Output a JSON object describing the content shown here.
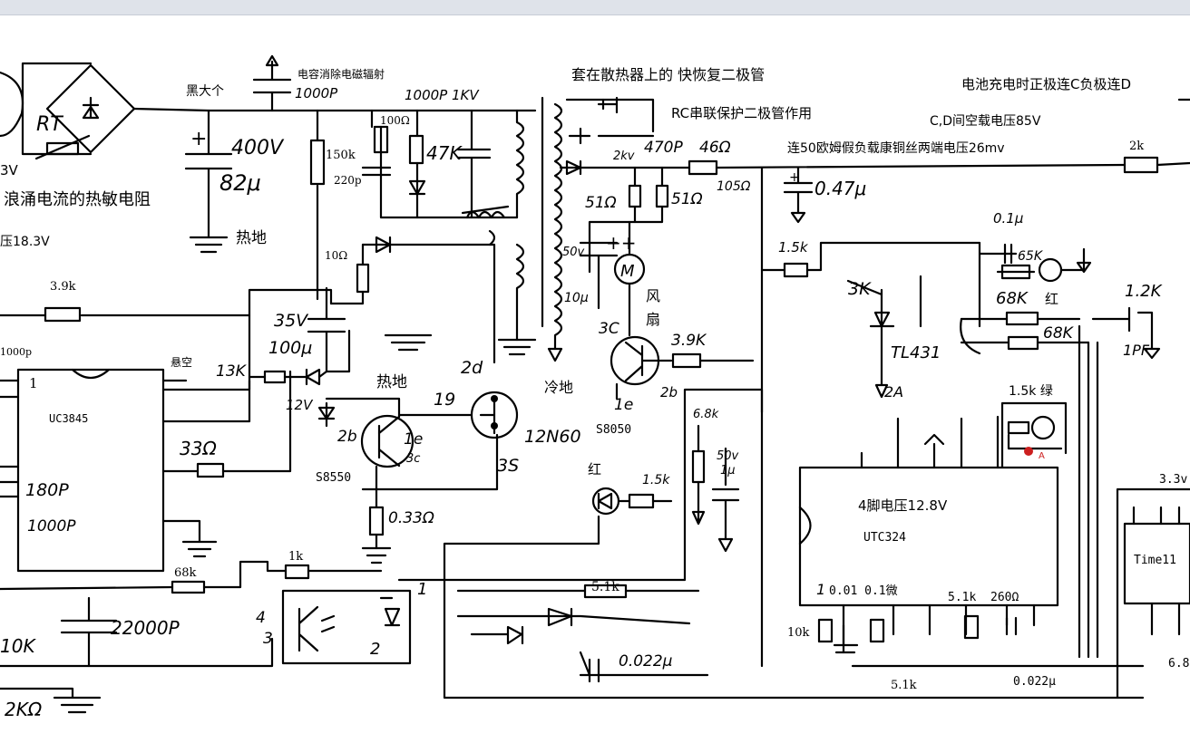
{
  "colors": {
    "ink": "#000000",
    "marker": "#cc1f1f",
    "topbar": "#dfe3ea"
  },
  "notes": {
    "cap_emi": "电容消除电磁辐射",
    "black_big": "黑大个",
    "thermistor": "浪涌电流的热敏电阻",
    "fast_diode": "套在散热器上的 快恢复二极管",
    "rc_protect": "RC串联保护二极管作用",
    "charge_cd": "电池充电时正极连C负极连D",
    "cd_open": "C,D间空载电压85V",
    "load_50": "连50欧姆假负载康铜丝两端电压26mv",
    "hot_ground_1": "热地",
    "hot_ground_2": "热地",
    "cold_ground": "冷地",
    "pin4": "4脚电压12.8V",
    "fan_1": "风",
    "fan_2": "扇",
    "red_1": "红",
    "red_2": "红",
    "green": "1.5k 绿",
    "floating": "悬空",
    "v183": "压18.3V",
    "v3": "3V",
    "weiwei": "0.01 0.1微"
  },
  "chips": {
    "uc3845": "UC3845",
    "utc324": "UTC324",
    "timer": "Time11",
    "pin1": "1"
  },
  "parts": {
    "rt": "RT",
    "c400": "400V",
    "c82": "82μ",
    "r150k": "150k",
    "r220p": "220p",
    "r100": "100Ω",
    "c1000p": "1000P",
    "c1000p_1kv": "1000P 1KV",
    "r47k": "47K",
    "r10": "10Ω",
    "c35v": "35V",
    "c100u": "100μ",
    "r13k": "13K",
    "z12v": "12V",
    "r39k": "3.9k",
    "c1000p_l": "1000p",
    "r33": "33Ω",
    "c180p": "180P",
    "c1000p_2": "1000P",
    "s8550": "S8550",
    "q2b": "2b",
    "q3c": "3c",
    "q1e": "1e",
    "p2d": "2d",
    "p19": "19",
    "p3s": "3S",
    "m12n60": "12N60",
    "r033": "0.33Ω",
    "r68k": "68k",
    "r1k": "1k",
    "c22000p": "22000P",
    "r10k": "10K",
    "r2k5": "2KΩ",
    "opto4": "4",
    "opto3": "3",
    "opto2": "2",
    "opto1": "1",
    "d2kv": "2kv",
    "c470p": "470P",
    "r46": "46Ω",
    "r51a": "51Ω",
    "r51b": "51Ω",
    "r105": "105Ω",
    "c50v": "50v",
    "c10u": "10μ",
    "motor": "M",
    "p3c": "3C",
    "s8050": "S8050",
    "p1e": "1e",
    "p2b": "2b",
    "r39K": "3.9K",
    "r15k": "1.5k",
    "c047": "0.47μ",
    "r3k": "3K",
    "tl431": "TL431",
    "p2a": "2A",
    "c01u": "0.1μ",
    "r65k": "65K",
    "r68K": "68K",
    "r68K2": "68K",
    "r12k": "1.2K",
    "c1pf": "1PF",
    "r68k_6": "6.8k",
    "c50v_b": "50v",
    "c1u": "1μ",
    "r15k_red": "1.5k",
    "r51k": "5.1k",
    "c0022": "0.022μ",
    "r10k_b": "10k",
    "r51k_b": "5.1k",
    "r260": "260Ω",
    "r51k_c": "5.1k",
    "c0022_b": "0.022μ",
    "r2k": "2k",
    "v33": "3.3v",
    "r68_r": "6.8",
    "a_marker": "A"
  }
}
